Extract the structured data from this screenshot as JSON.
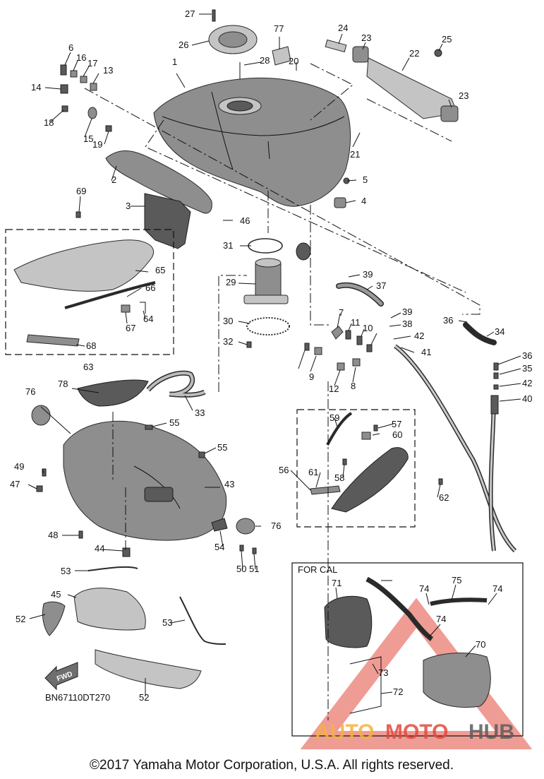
{
  "diagram": {
    "code": "BN67110DT270",
    "cal_label": "FOR CAL",
    "fwd_label": "FWD",
    "copyright": "©2017 Yamaha Motor Corporation, U.S.A. All rights reserved.",
    "watermark": {
      "auto": "AUTO",
      "moto": "MOTO",
      "hub": "HUB",
      "colors": {
        "auto": "#f4b23e",
        "moto": "#e2493d",
        "hub": "#5c5c5c"
      }
    },
    "part_refs": [
      "1",
      "2",
      "3",
      "4",
      "5",
      "6",
      "7",
      "8",
      "9",
      "10",
      "11",
      "12",
      "13",
      "14",
      "15",
      "16",
      "17",
      "18",
      "19",
      "20",
      "21",
      "22",
      "23",
      "24",
      "25",
      "26",
      "27",
      "28",
      "29",
      "30",
      "31",
      "32",
      "33",
      "34",
      "35",
      "36",
      "37",
      "38",
      "39",
      "40",
      "41",
      "42",
      "43",
      "44",
      "45",
      "46",
      "47",
      "48",
      "49",
      "50",
      "51",
      "52",
      "53",
      "54",
      "55",
      "56",
      "57",
      "58",
      "59",
      "60",
      "61",
      "62",
      "63",
      "64",
      "65",
      "66",
      "67",
      "68",
      "69",
      "70",
      "71",
      "72",
      "73",
      "74",
      "75",
      "76",
      "77",
      "78"
    ]
  }
}
